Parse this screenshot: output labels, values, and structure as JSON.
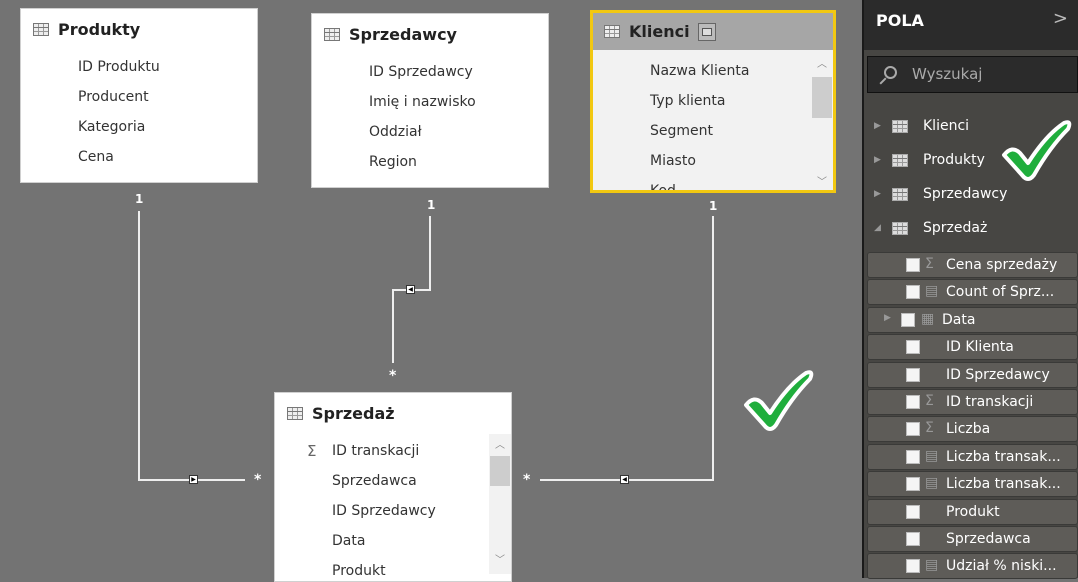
{
  "tables": [
    {
      "name": "Produkty",
      "fields": [
        "ID Produktu",
        "Producent",
        "Kategoria",
        "Cena"
      ]
    },
    {
      "name": "Sprzedawcy",
      "fields": [
        "ID Sprzedawcy",
        "Imię i nazwisko",
        "Oddział",
        "Region"
      ]
    },
    {
      "name": "Klienci",
      "fields": [
        "Nazwa Klienta",
        "Typ klienta",
        "Segment",
        "Miasto",
        "Kod"
      ]
    },
    {
      "name": "Sprzedaż",
      "fields": [
        "ID transkacji",
        "Sprzedawca",
        "ID Sprzedawcy",
        "Data",
        "Produkt"
      ]
    }
  ],
  "relationships": {
    "one": "1",
    "many": "*"
  },
  "panel": {
    "title": "POLA",
    "search_placeholder": "Wyszukaj",
    "tables": [
      "Klienci",
      "Produkty",
      "Sprzedawcy",
      "Sprzedaż"
    ],
    "fields": [
      {
        "label": "Cena sprzedaży",
        "icon": "sigma"
      },
      {
        "label": "Count of Sprz...",
        "icon": "calculator"
      },
      {
        "label": "Data",
        "icon": "calendar"
      },
      {
        "label": "ID Klienta",
        "icon": ""
      },
      {
        "label": "ID Sprzedawcy",
        "icon": ""
      },
      {
        "label": "ID transkacji",
        "icon": "sigma"
      },
      {
        "label": "Liczba",
        "icon": "sigma"
      },
      {
        "label": "Liczba transak...",
        "icon": "calculator"
      },
      {
        "label": "Liczba transak...",
        "icon": "calculator"
      },
      {
        "label": "Produkt",
        "icon": ""
      },
      {
        "label": "Sprzedawca",
        "icon": ""
      },
      {
        "label": "Udział % niski...",
        "icon": "calculator"
      }
    ]
  },
  "colors": {
    "selected_border": "#f2c811",
    "check": "#1fae3c"
  }
}
